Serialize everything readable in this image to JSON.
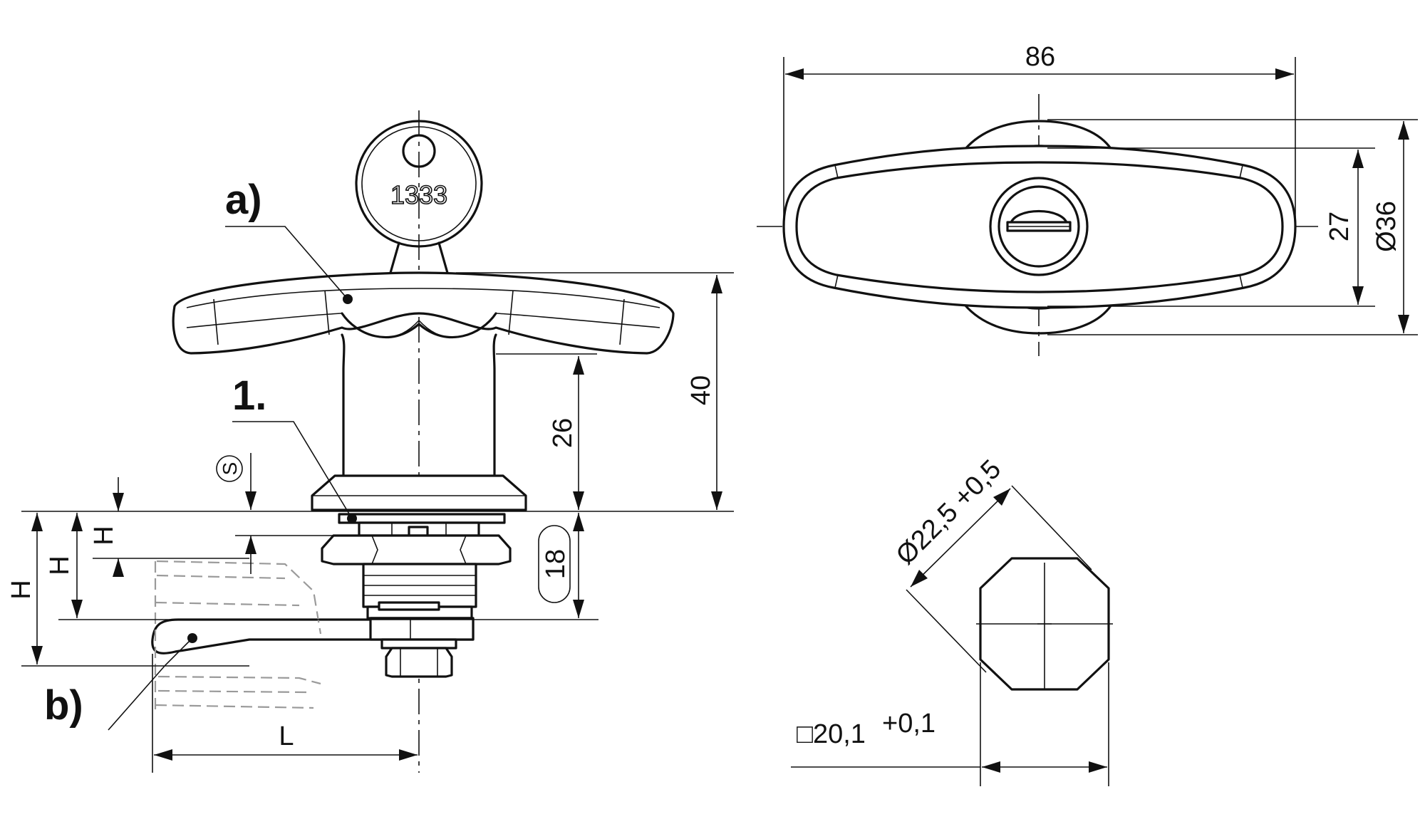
{
  "labels": {
    "a": "a)",
    "b": "b)",
    "one": "1."
  },
  "key_number": "1333",
  "dimensions": {
    "width_86": "86",
    "height_40": "40",
    "height_26": "26",
    "thickness_18": "18",
    "h1": "H",
    "h2": "H",
    "h3": "H",
    "s_mark": "S",
    "length_L": "L",
    "inner_27": "27",
    "diameter_36": "Ø36",
    "cutout_diameter": "Ø22,5 +0,5",
    "square_size": "□20,1",
    "square_tol": "+0,1"
  },
  "colors": {
    "line": "#111111",
    "ghost": "#9a9a9a",
    "background": "#ffffff"
  }
}
